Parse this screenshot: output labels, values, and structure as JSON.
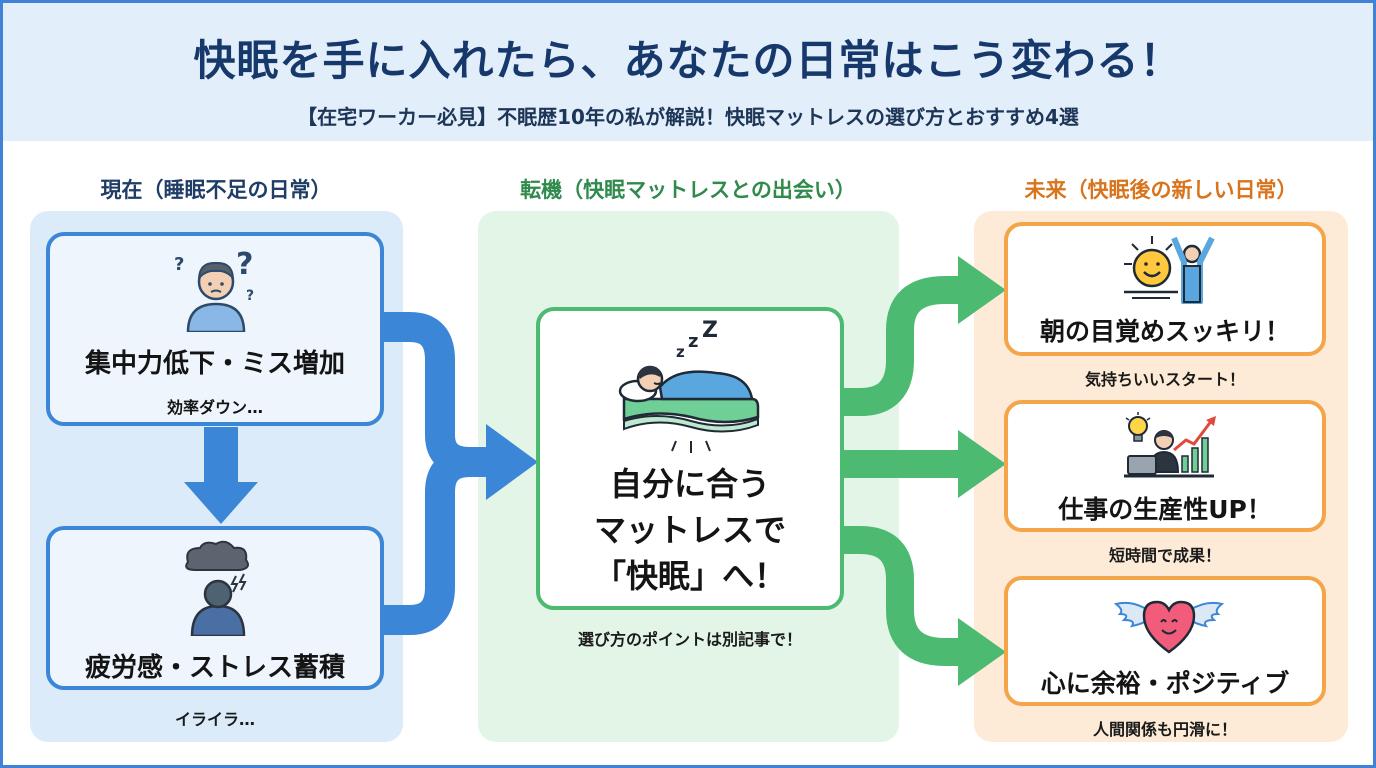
{
  "title": "快眠を手に入れたら、あなたの日常はこう変わる！",
  "subtitle": "【在宅ワーカー必見】不眠歴10年の私が解説！快眠マットレスの選び方とおすすめ4選",
  "colors": {
    "blue": "#3b86d6",
    "green": "#4cba70",
    "orange": "#f4a54a"
  },
  "present": {
    "heading": "現在（睡眠不足の日常）",
    "cards": [
      {
        "icon": "confused-person-icon",
        "title": "集中力低下・ミス増加",
        "note": "効率ダウン…"
      },
      {
        "icon": "stressed-person-icon",
        "title": "疲労感・ストレス蓄積",
        "note": "イライラ…"
      }
    ]
  },
  "turning": {
    "heading": "転機（快眠マットレスとの出会い）",
    "icon": "sleeping-on-mattress-icon",
    "line1": "自分に合う",
    "line2": "マットレスで",
    "line3": "「快眠」へ！",
    "note": "選び方のポイントは別記事で！"
  },
  "future": {
    "heading": "未来（快眠後の新しい日常）",
    "cards": [
      {
        "icon": "sunrise-person-icon",
        "title": "朝の目覚めスッキリ！",
        "note": "気持ちいいスタート！"
      },
      {
        "icon": "productive-worker-icon",
        "title": "仕事の生産性UP！",
        "note": "短時間で成果！"
      },
      {
        "icon": "winged-heart-icon",
        "title": "心に余裕・ポジティブ",
        "note": "人間関係も円滑に！"
      }
    ]
  }
}
